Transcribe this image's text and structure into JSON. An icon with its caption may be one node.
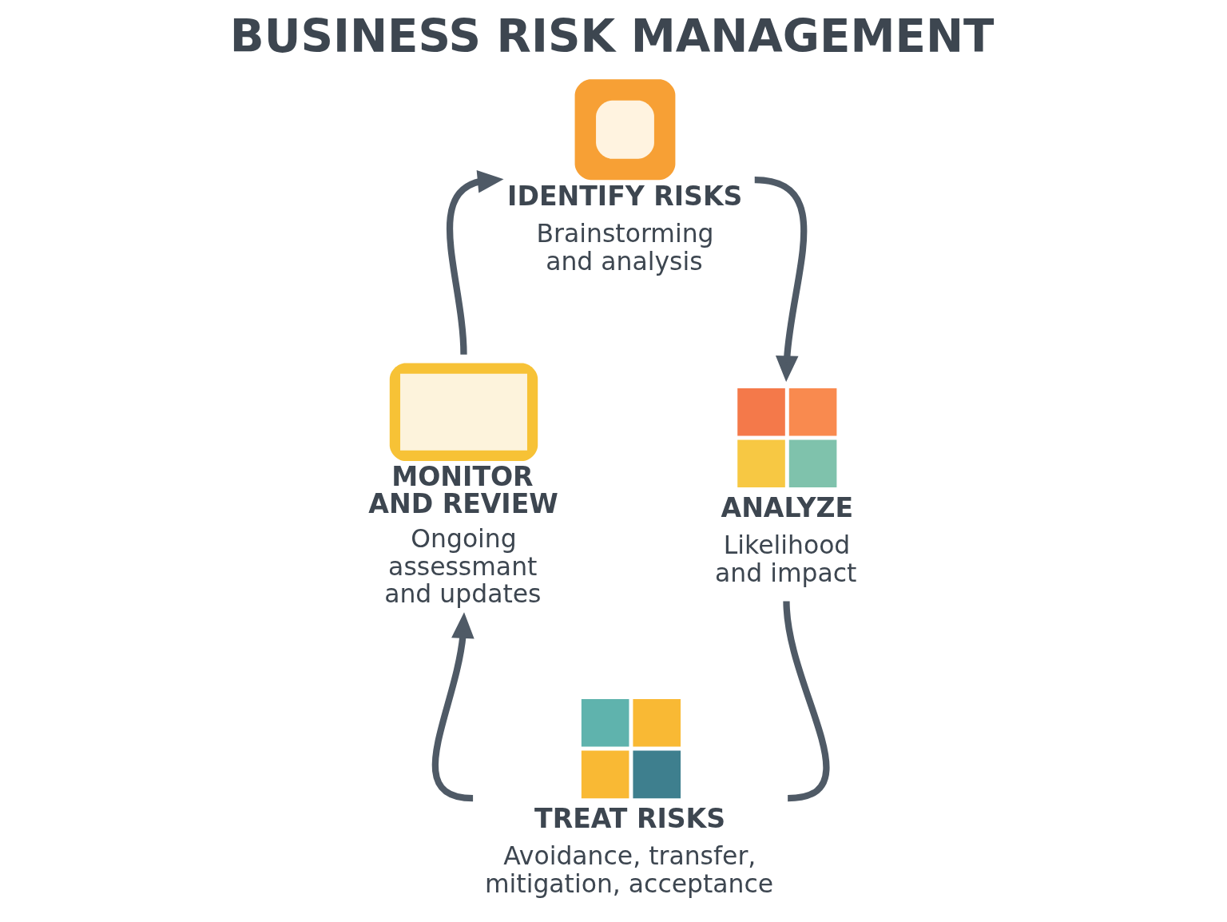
{
  "diagram": {
    "title": "BUSINESS RISK MANAGEMENT",
    "nodes": [
      {
        "text": [
          "IDENTIFY RISKS",
          "Brainstorming and analysis"
        ]
      },
      {
        "text": [
          "MONITOR AND REVIEW",
          "Ongoing assessmant and updates"
        ]
      },
      {
        "text": [
          "ANALYZE",
          "Likelihood and impact"
        ]
      },
      {
        "text": [
          "TREAT RISKS",
          "Avoidance, transfer, mitigation, acceptance"
        ]
      }
    ],
    "edges": [
      {
        "from": 0,
        "to": 2,
        "arrow": "to"
      },
      {
        "from": 2,
        "to": 3,
        "arrow": "none"
      },
      {
        "from": 3,
        "to": 1,
        "arrow": "to"
      },
      {
        "from": 1,
        "to": 0,
        "arrow": "to"
      }
    ]
  }
}
